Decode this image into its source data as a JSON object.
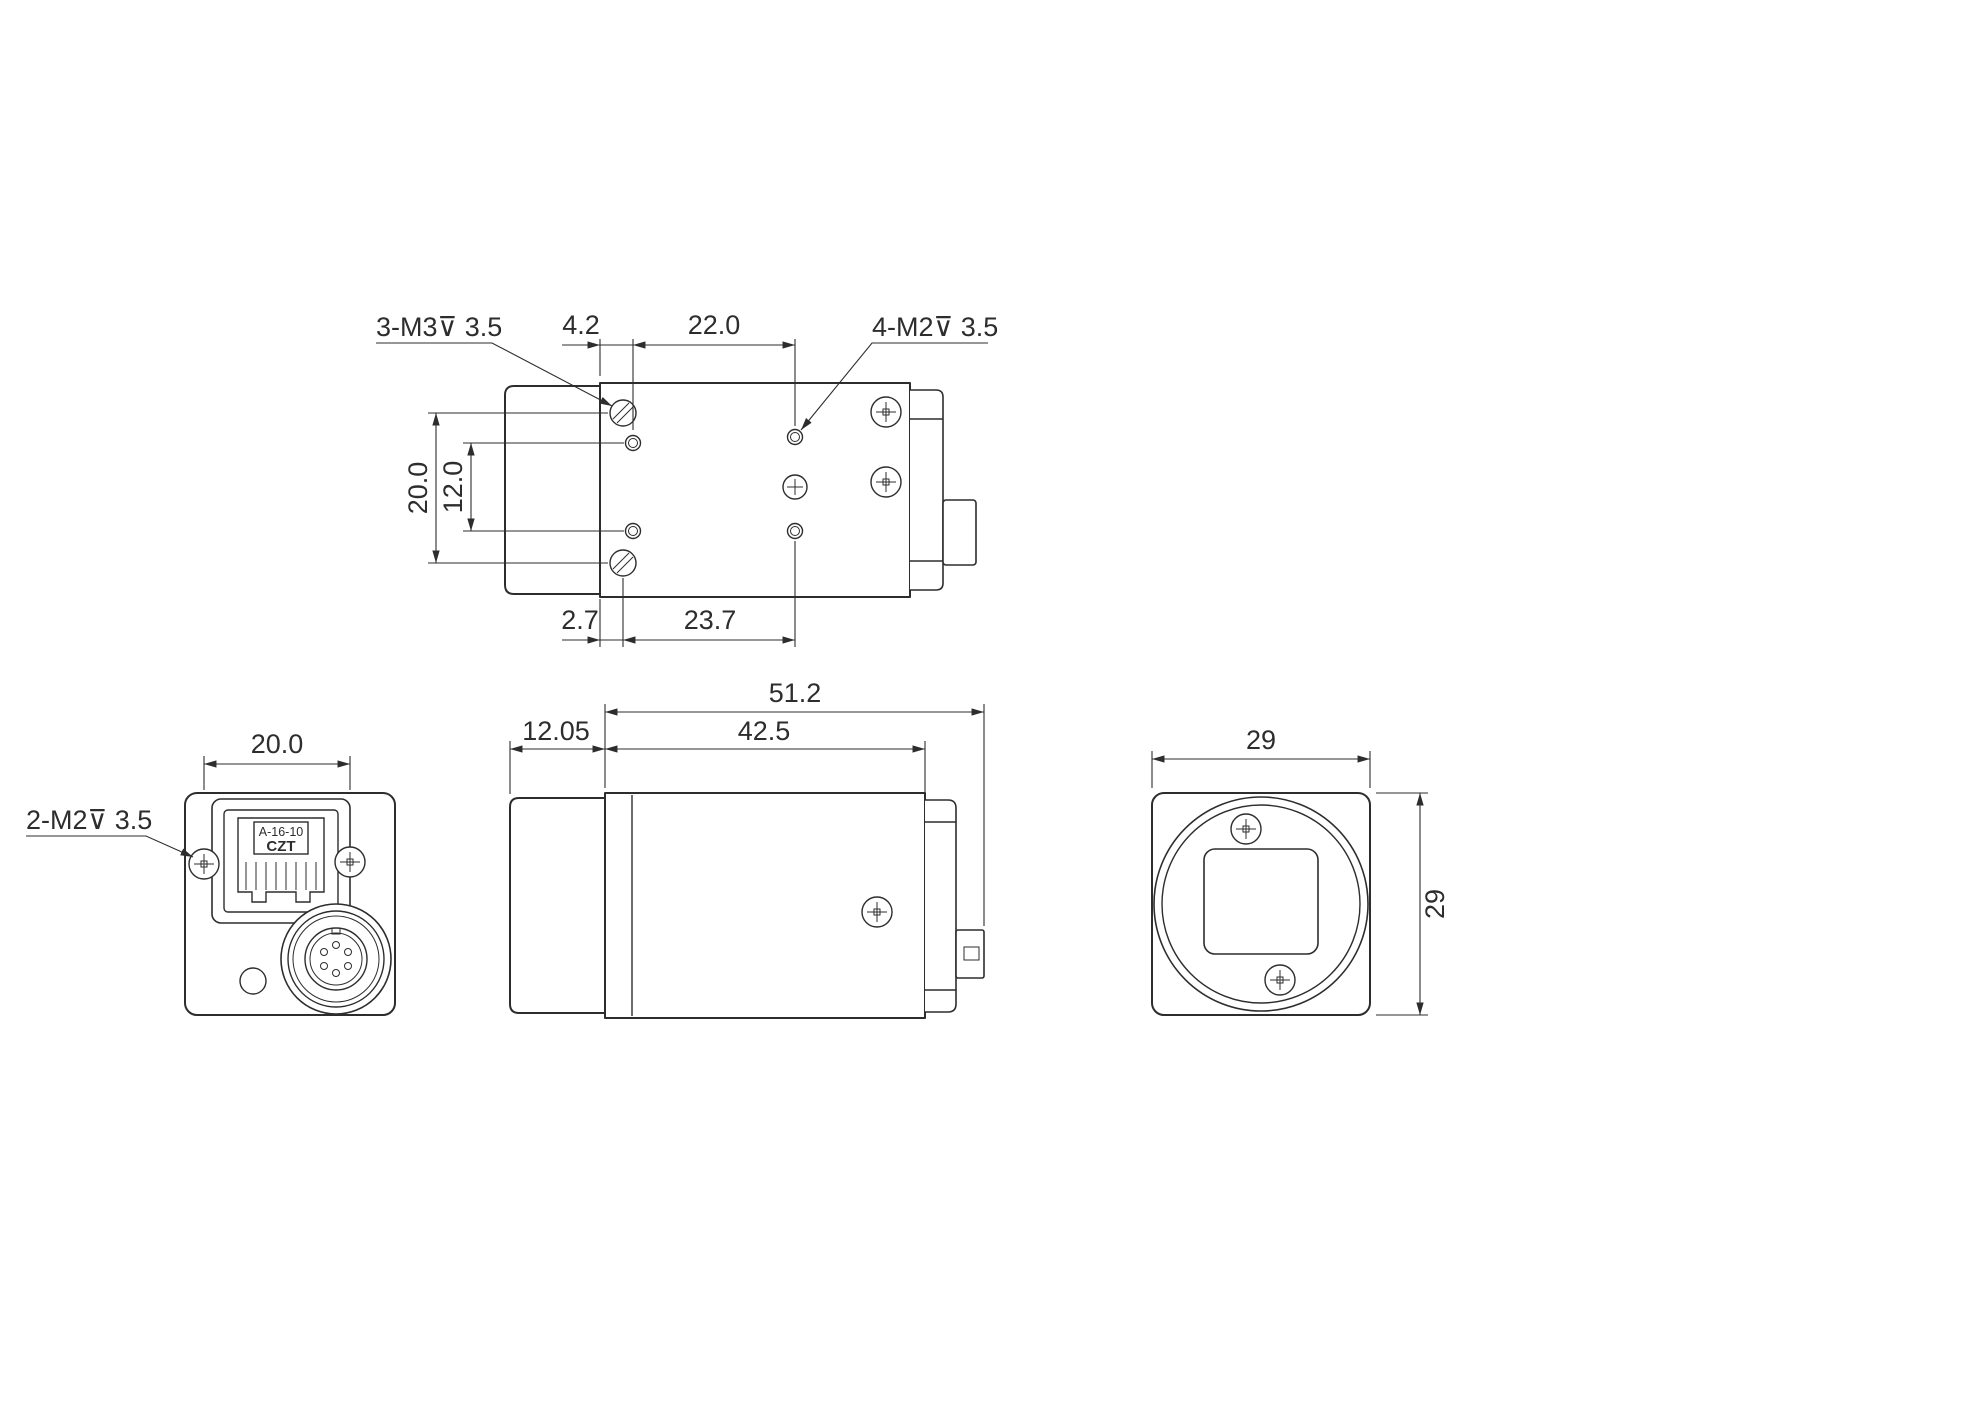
{
  "views": {
    "top": {
      "callout_m3": "3-M3⊽ 3.5",
      "callout_m2": "4-M2⊽ 3.5",
      "dim_offset": "4.2",
      "dim_spacing": "22.0",
      "dim_height": "20.0",
      "dim_inner": "12.0",
      "dim_edge": "2.7",
      "dim_length": "23.7"
    },
    "back": {
      "callout_m2": "2-M2⊽ 3.5",
      "dim_width": "20.0",
      "rj45_line1": "A-16-10",
      "rj45_line2": "CZT"
    },
    "side": {
      "dim_total": "51.2",
      "dim_lens": "12.05",
      "dim_body": "42.5"
    },
    "front": {
      "dim_width": "29",
      "dim_height": "29"
    }
  },
  "colors": {
    "line": "#2d2d2d",
    "background": "#ffffff"
  }
}
